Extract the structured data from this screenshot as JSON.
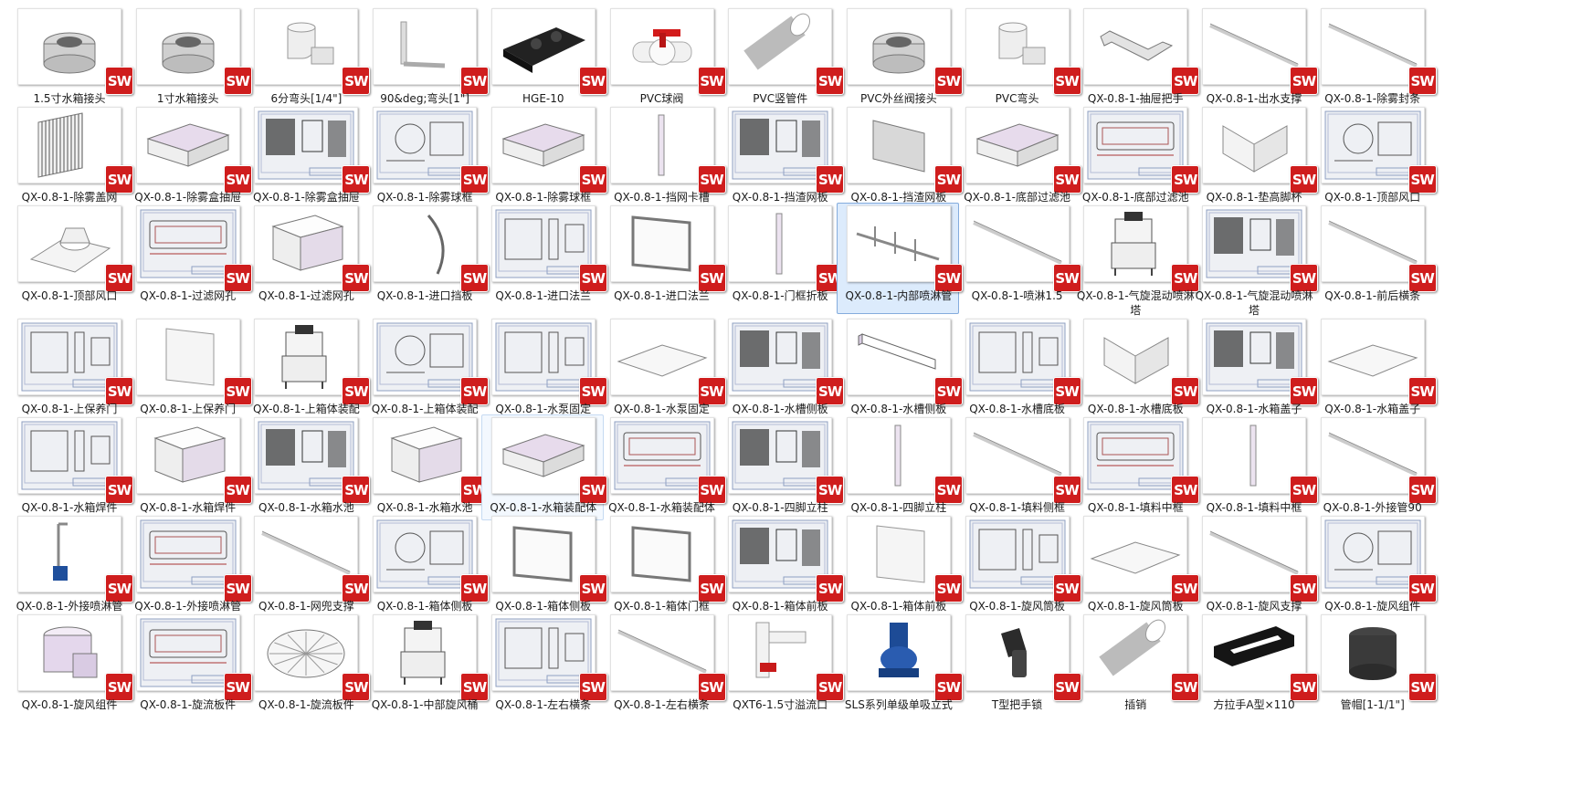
{
  "view": {
    "selected_index": 31,
    "hover_index": 52
  },
  "icons": {
    "app_badge": "solidworks-icon",
    "badge_text": "SW",
    "badge_color": "#cf1d1d"
  },
  "files": [
    {
      "name": "1.5寸水箱接头",
      "kind": "nut"
    },
    {
      "name": "1寸水箱接头",
      "kind": "nut"
    },
    {
      "name": "6分弯头[1/4\"]",
      "kind": "elbow"
    },
    {
      "name": "90&deg;弯头[1\"]",
      "kind": "pipe-bend"
    },
    {
      "name": "HGE-10",
      "kind": "black-part"
    },
    {
      "name": "PVC球阀",
      "kind": "valve"
    },
    {
      "name": "PVC竖管件",
      "kind": "tube"
    },
    {
      "name": "PVC外丝阀接头",
      "kind": "nut"
    },
    {
      "name": "PVC弯头",
      "kind": "elbow"
    },
    {
      "name": "QX-0.8-1-抽屉把手",
      "kind": "handle"
    },
    {
      "name": "QX-0.8-1-出水支撑",
      "kind": "bar"
    },
    {
      "name": "QX-0.8-1-除雾封条",
      "kind": "bar"
    },
    {
      "name": "QX-0.8-1-除雾盖网",
      "kind": "mesh"
    },
    {
      "name": "QX-0.8-1-除雾盒抽屉",
      "kind": "tray"
    },
    {
      "name": "QX-0.8-1-除雾盒抽屉",
      "kind": "drawing"
    },
    {
      "name": "QX-0.8-1-除雾球框",
      "kind": "drawing"
    },
    {
      "name": "QX-0.8-1-除雾球框",
      "kind": "tray"
    },
    {
      "name": "QX-0.8-1-挡网卡槽",
      "kind": "rod"
    },
    {
      "name": "QX-0.8-1-挡渣网板",
      "kind": "drawing"
    },
    {
      "name": "QX-0.8-1-挡渣网板",
      "kind": "panel"
    },
    {
      "name": "QX-0.8-1-底部过滤池",
      "kind": "tray"
    },
    {
      "name": "QX-0.8-1-底部过滤池",
      "kind": "drawing"
    },
    {
      "name": "QX-0.8-1-垫高脚杯",
      "kind": "bracket"
    },
    {
      "name": "QX-0.8-1-顶部风口",
      "kind": "drawing"
    },
    {
      "name": "QX-0.8-1-顶部风口",
      "kind": "hood"
    },
    {
      "name": "QX-0.8-1-过滤网孔",
      "kind": "drawing"
    },
    {
      "name": "QX-0.8-1-过滤网孔",
      "kind": "box"
    },
    {
      "name": "QX-0.8-1-进口挡板",
      "kind": "arc"
    },
    {
      "name": "QX-0.8-1-进口法兰",
      "kind": "drawing"
    },
    {
      "name": "QX-0.8-1-进口法兰",
      "kind": "frame"
    },
    {
      "name": "QX-0.8-1-门框折板",
      "kind": "rod"
    },
    {
      "name": "QX-0.8-1-内部喷淋管",
      "kind": "pipes"
    },
    {
      "name": "QX-0.8-1-喷淋1.5",
      "kind": "bar"
    },
    {
      "name": "QX-0.8-1-气旋混动喷淋塔",
      "kind": "tower"
    },
    {
      "name": "QX-0.8-1-气旋混动喷淋塔",
      "kind": "drawing"
    },
    {
      "name": "QX-0.8-1-前后横条",
      "kind": "bar"
    },
    {
      "name": "QX-0.8-1-上保养门",
      "kind": "drawing"
    },
    {
      "name": "QX-0.8-1-上保养门",
      "kind": "sheet"
    },
    {
      "name": "QX-0.8-1-上箱体装配",
      "kind": "tower"
    },
    {
      "name": "QX-0.8-1-上箱体装配",
      "kind": "drawing"
    },
    {
      "name": "QX-0.8-1-水泵固定",
      "kind": "drawing"
    },
    {
      "name": "QX-0.8-1-水泵固定",
      "kind": "plate"
    },
    {
      "name": "QX-0.8-1-水槽侧板",
      "kind": "drawing"
    },
    {
      "name": "QX-0.8-1-水槽侧板",
      "kind": "channel"
    },
    {
      "name": "QX-0.8-1-水槽底板",
      "kind": "drawing"
    },
    {
      "name": "QX-0.8-1-水槽底板",
      "kind": "bracket"
    },
    {
      "name": "QX-0.8-1-水箱盖子",
      "kind": "drawing"
    },
    {
      "name": "QX-0.8-1-水箱盖子",
      "kind": "plate"
    },
    {
      "name": "QX-0.8-1-水箱焊件",
      "kind": "drawing"
    },
    {
      "name": "QX-0.8-1-水箱焊件",
      "kind": "box"
    },
    {
      "name": "QX-0.8-1-水箱水池",
      "kind": "drawing"
    },
    {
      "name": "QX-0.8-1-水箱水池",
      "kind": "box"
    },
    {
      "name": "QX-0.8-1-水箱装配体",
      "kind": "tray"
    },
    {
      "name": "QX-0.8-1-水箱装配体",
      "kind": "drawing"
    },
    {
      "name": "QX-0.8-1-四脚立柱",
      "kind": "drawing"
    },
    {
      "name": "QX-0.8-1-四脚立柱",
      "kind": "rod"
    },
    {
      "name": "QX-0.8-1-填料侧框",
      "kind": "bar"
    },
    {
      "name": "QX-0.8-1-填料中框",
      "kind": "drawing"
    },
    {
      "name": "QX-0.8-1-填料中框",
      "kind": "rod"
    },
    {
      "name": "QX-0.8-1-外接管90",
      "kind": "bar"
    },
    {
      "name": "QX-0.8-1-外接喷淋管",
      "kind": "pump-pipe"
    },
    {
      "name": "QX-0.8-1-外接喷淋管",
      "kind": "drawing"
    },
    {
      "name": "QX-0.8-1-网兜支撑",
      "kind": "bar"
    },
    {
      "name": "QX-0.8-1-箱体侧板",
      "kind": "drawing"
    },
    {
      "name": "QX-0.8-1-箱体侧板",
      "kind": "frame"
    },
    {
      "name": "QX-0.8-1-箱体门框",
      "kind": "frame"
    },
    {
      "name": "QX-0.8-1-箱体前板",
      "kind": "drawing"
    },
    {
      "name": "QX-0.8-1-箱体前板",
      "kind": "sheet"
    },
    {
      "name": "QX-0.8-1-旋风筒板",
      "kind": "drawing"
    },
    {
      "name": "QX-0.8-1-旋风筒板",
      "kind": "plate"
    },
    {
      "name": "QX-0.8-1-旋风支撑",
      "kind": "bar"
    },
    {
      "name": "QX-0.8-1-旋风组件",
      "kind": "drawing"
    },
    {
      "name": "QX-0.8-1-旋风组件",
      "kind": "cyclone"
    },
    {
      "name": "QX-0.8-1-旋流板件",
      "kind": "drawing"
    },
    {
      "name": "QX-0.8-1-旋流板件",
      "kind": "fan"
    },
    {
      "name": "QX-0.8-1-中部旋风桶",
      "kind": "tower"
    },
    {
      "name": "QX-0.8-1-左右横条",
      "kind": "drawing"
    },
    {
      "name": "QX-0.8-1-左右横条",
      "kind": "bar"
    },
    {
      "name": "QXT6-1.5寸溢流口",
      "kind": "valve-pipe"
    },
    {
      "name": "SLS系列单级单吸立式",
      "kind": "pump"
    },
    {
      "name": "T型把手锁",
      "kind": "lock"
    },
    {
      "name": "插销",
      "kind": "tube"
    },
    {
      "name": "方拉手A型×110",
      "kind": "black-handle"
    },
    {
      "name": "管帽[1-1/1\"]",
      "kind": "cap"
    }
  ]
}
